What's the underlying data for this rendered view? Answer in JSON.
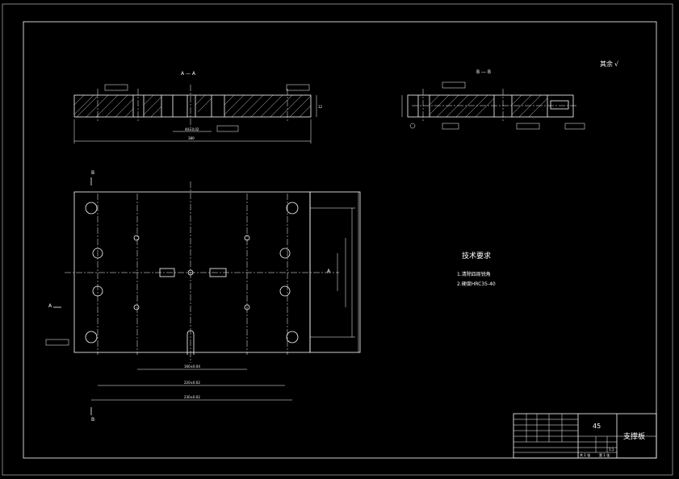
{
  "title_block": {
    "material": "45",
    "part_name": "支撑板",
    "scale": "1:1",
    "sheet_total": "共 1 张",
    "sheet_no": "第 1 张"
  },
  "tech_requirements": {
    "heading": "技术要求",
    "items": [
      "1.清除四周锐角",
      "2.硬度HRC35-40"
    ]
  },
  "views": {
    "section_aa": "A — A",
    "section_bb": "B — B",
    "remaining": "其余",
    "mark_a": "A",
    "mark_b": "B"
  },
  "dimensions": {
    "front_width": "380",
    "thickness": "12",
    "bottom_d1": "160±0.04",
    "bottom_d2": "220±0.02",
    "bottom_d3": "230±0.02",
    "section_d1": "40±0.02"
  }
}
